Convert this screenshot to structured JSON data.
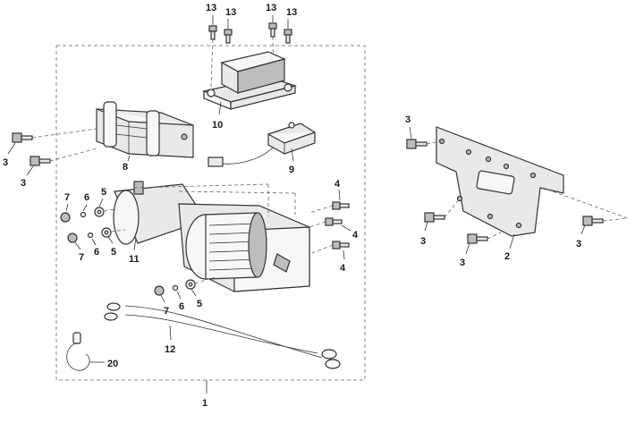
{
  "callouts": {
    "assembly": "1",
    "plate": "2",
    "bolt_plate_top": "3",
    "bolt_plate_left": "3",
    "bolt_plate_bottom": "3",
    "bolt_plate_right": "3",
    "bolt_fairlead_top": "3",
    "bolt_fairlead_bottom": "3",
    "bolt_right_top": "4",
    "bolt_right_mid": "4",
    "bolt_right_bottom": "4",
    "washer_top": "5",
    "washer_mid": "5",
    "washer_bottom": "5",
    "lock_washer_top": "6",
    "lock_washer_mid": "6",
    "lock_washer_bottom": "6",
    "nut_top": "7",
    "nut_mid": "7",
    "nut_bottom": "7",
    "fairlead": "8",
    "switch": "9",
    "contactor": "10",
    "winch": "11",
    "cable": "12",
    "screw_1": "13",
    "screw_2": "13",
    "screw_3": "13",
    "screw_4": "13",
    "hook": "20"
  }
}
